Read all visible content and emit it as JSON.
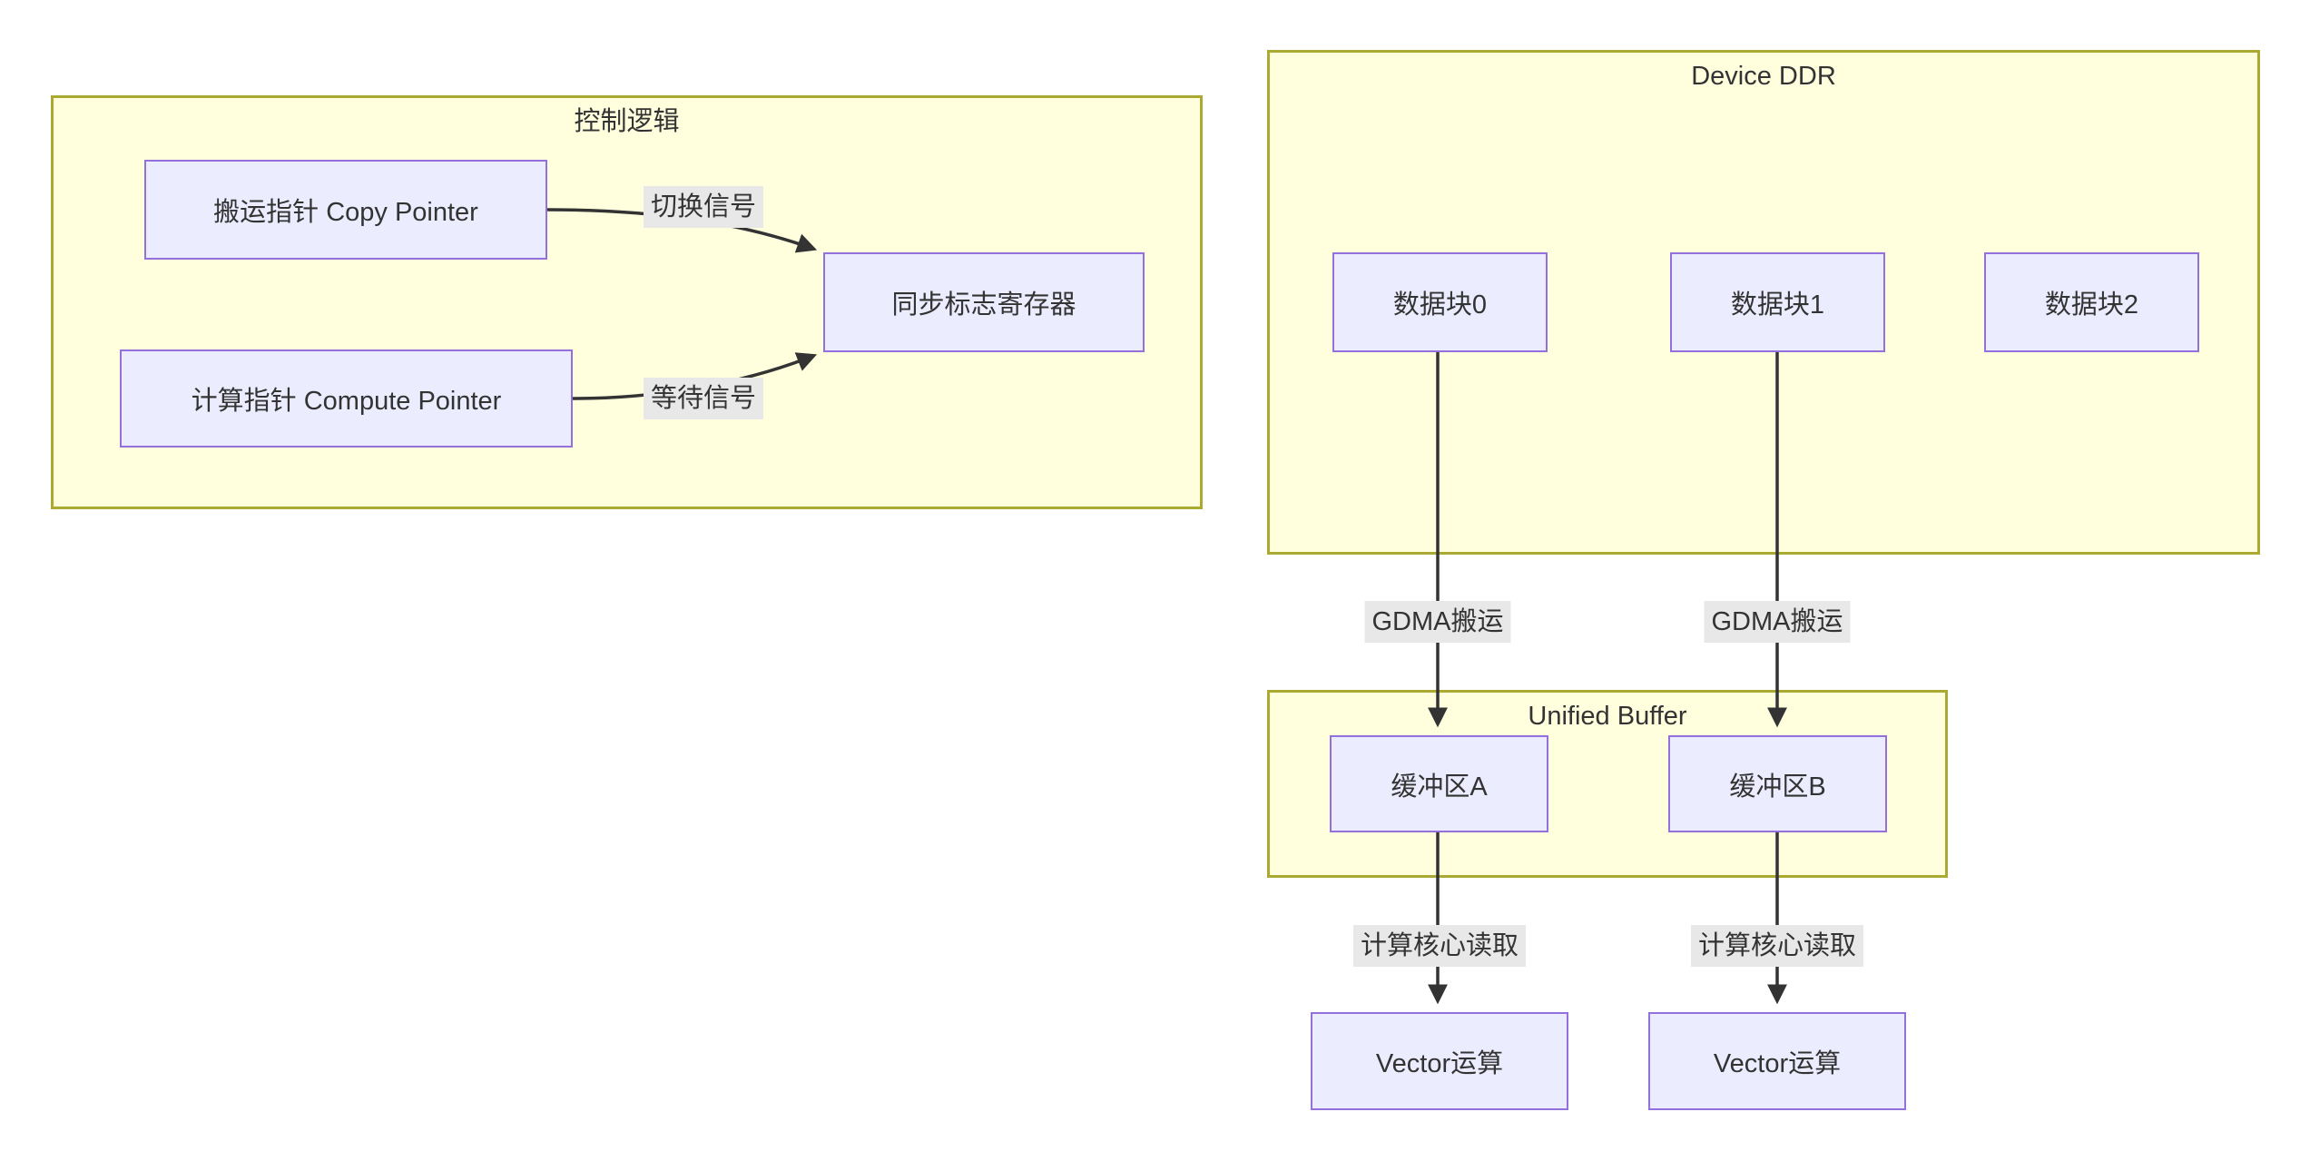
{
  "diagram": {
    "clusters": {
      "control_logic": {
        "title": "控制逻辑"
      },
      "device_ddr": {
        "title": "Device DDR"
      },
      "unified_buffer": {
        "title": "Unified Buffer"
      }
    },
    "nodes": {
      "copy_pointer": {
        "label": "搬运指针 Copy Pointer"
      },
      "compute_pointer": {
        "label": "计算指针 Compute Pointer"
      },
      "sync_register": {
        "label": "同步标志寄存器"
      },
      "data_block0": {
        "label": "数据块0"
      },
      "data_block1": {
        "label": "数据块1"
      },
      "data_block2": {
        "label": "数据块2"
      },
      "buffer_a": {
        "label": "缓冲区A"
      },
      "buffer_b": {
        "label": "缓冲区B"
      },
      "vector_a": {
        "label": "Vector运算"
      },
      "vector_b": {
        "label": "Vector运算"
      }
    },
    "edge_labels": {
      "switch_signal": "切换信号",
      "wait_signal": "等待信号",
      "gdma_copy_a": "GDMA搬运",
      "gdma_copy_b": "GDMA搬运",
      "compute_read_a": "计算核心读取",
      "compute_read_b": "计算核心读取"
    },
    "colors": {
      "node_fill": "#ECECFF",
      "node_border": "#9370DB",
      "cluster_fill": "#ffffde",
      "cluster_border": "#aaaa33",
      "edge": "#333333",
      "label_bg": "#e8e8e8",
      "text": "#333333"
    }
  }
}
